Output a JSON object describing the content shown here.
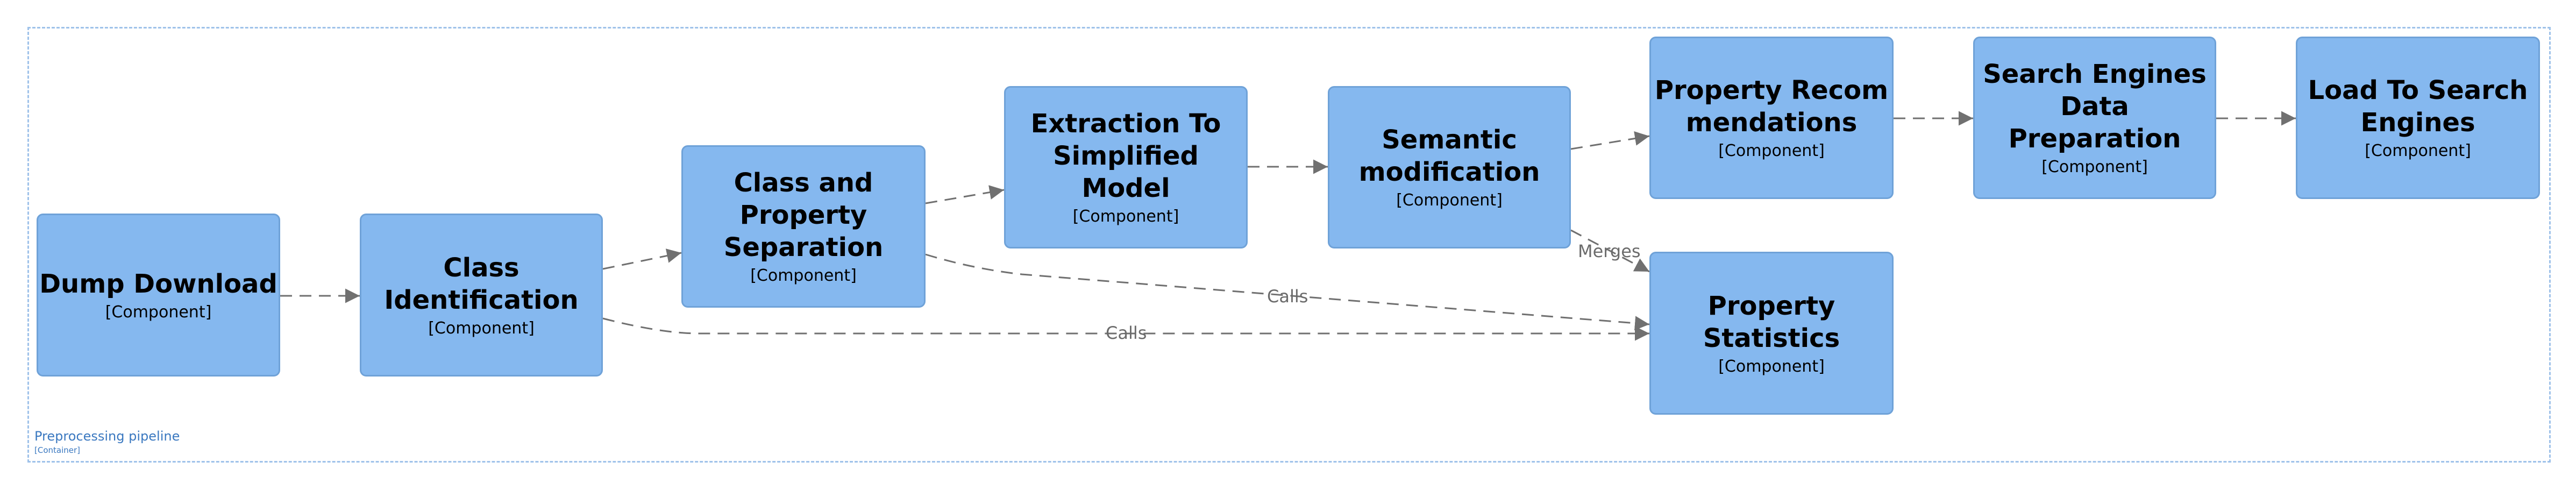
{
  "container": {
    "name": "Preprocessing pipeline",
    "type": "[Container]"
  },
  "components": {
    "dump_download": {
      "title_lines": [
        "Dump Download"
      ],
      "type": "[Component]"
    },
    "class_identification": {
      "title_lines": [
        "Class",
        "Identification"
      ],
      "type": "[Component]"
    },
    "class_property_separation": {
      "title_lines": [
        "Class and",
        "Property",
        "Separation"
      ],
      "type": "[Component]"
    },
    "extraction_simplified": {
      "title_lines": [
        "Extraction To",
        "Simplified Model"
      ],
      "type": "[Component]"
    },
    "semantic_modification": {
      "title_lines": [
        "Semantic",
        "modification"
      ],
      "type": "[Component]"
    },
    "property_recommendations": {
      "title_lines": [
        "Property Recom",
        "mendations"
      ],
      "type": "[Component]"
    },
    "search_engines_prep": {
      "title_lines": [
        "Search Engines",
        "Data Preparation"
      ],
      "type": "[Component]"
    },
    "load_search_engines": {
      "title_lines": [
        "Load To Search",
        "Engines"
      ],
      "type": "[Component]"
    },
    "property_statistics": {
      "title_lines": [
        "Property",
        "Statistics"
      ],
      "type": "[Component]"
    }
  },
  "edges": {
    "separation_to_statistics": "Calls",
    "identification_to_statistics": "Calls",
    "semantic_to_statistics": "Merges"
  },
  "colors": {
    "component_fill": "#85b8ef",
    "component_border": "#6fa2d8",
    "edge": "#707070",
    "boundary": "#9fc2ea"
  }
}
